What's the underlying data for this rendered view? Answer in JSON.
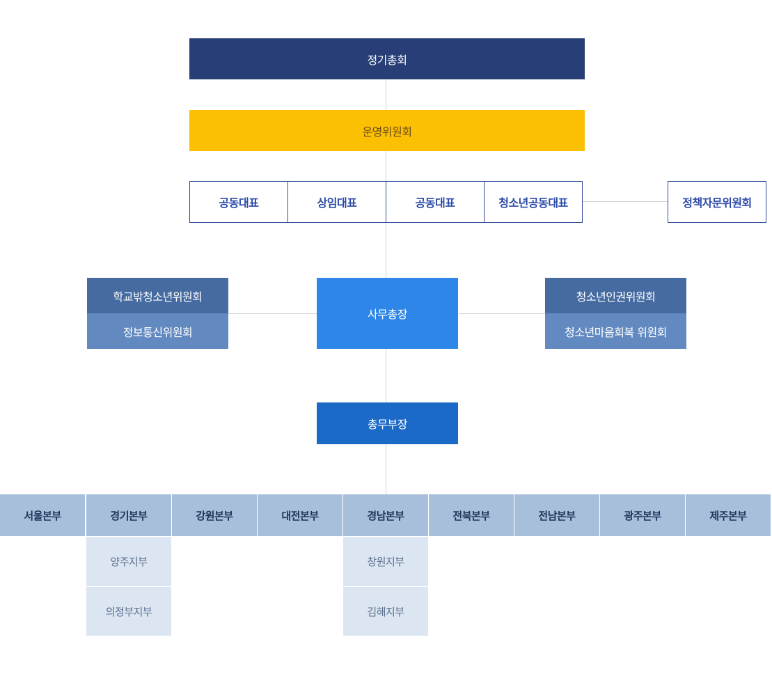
{
  "general_assembly": "정기총회",
  "steering_committee": "운영위원회",
  "representatives": [
    "공동대표",
    "상임대표",
    "공동대표",
    "청소년공동대표"
  ],
  "policy_committee": "정책자문위원회",
  "secretary_general": "사무총장",
  "left_committees": [
    "학교밖청소년위원회",
    "정보통신위원회"
  ],
  "right_committees": [
    "청소년인권위원회",
    "청소년마음회복 위원회"
  ],
  "general_manager": "총무부장",
  "headquarters": [
    "서울본부",
    "경기본부",
    "강원본부",
    "대전본부",
    "경남본부",
    "전북본부",
    "전남본부",
    "광주본부",
    "제주본부"
  ],
  "gyeonggi_branches": [
    "양주지부",
    "의정부지부"
  ],
  "gyeongnam_branches": [
    "창원지부",
    "김해지부"
  ],
  "colors": {
    "navy": "#273e77",
    "yellow": "#fcc003",
    "blue": "#2e86e8",
    "dark_blue": "#1c6ac8",
    "committee_dark": "#456ba0",
    "committee_light": "#6289c0",
    "headquarters_bg": "#a8bfdb",
    "branch_bg": "#dce6f2"
  }
}
